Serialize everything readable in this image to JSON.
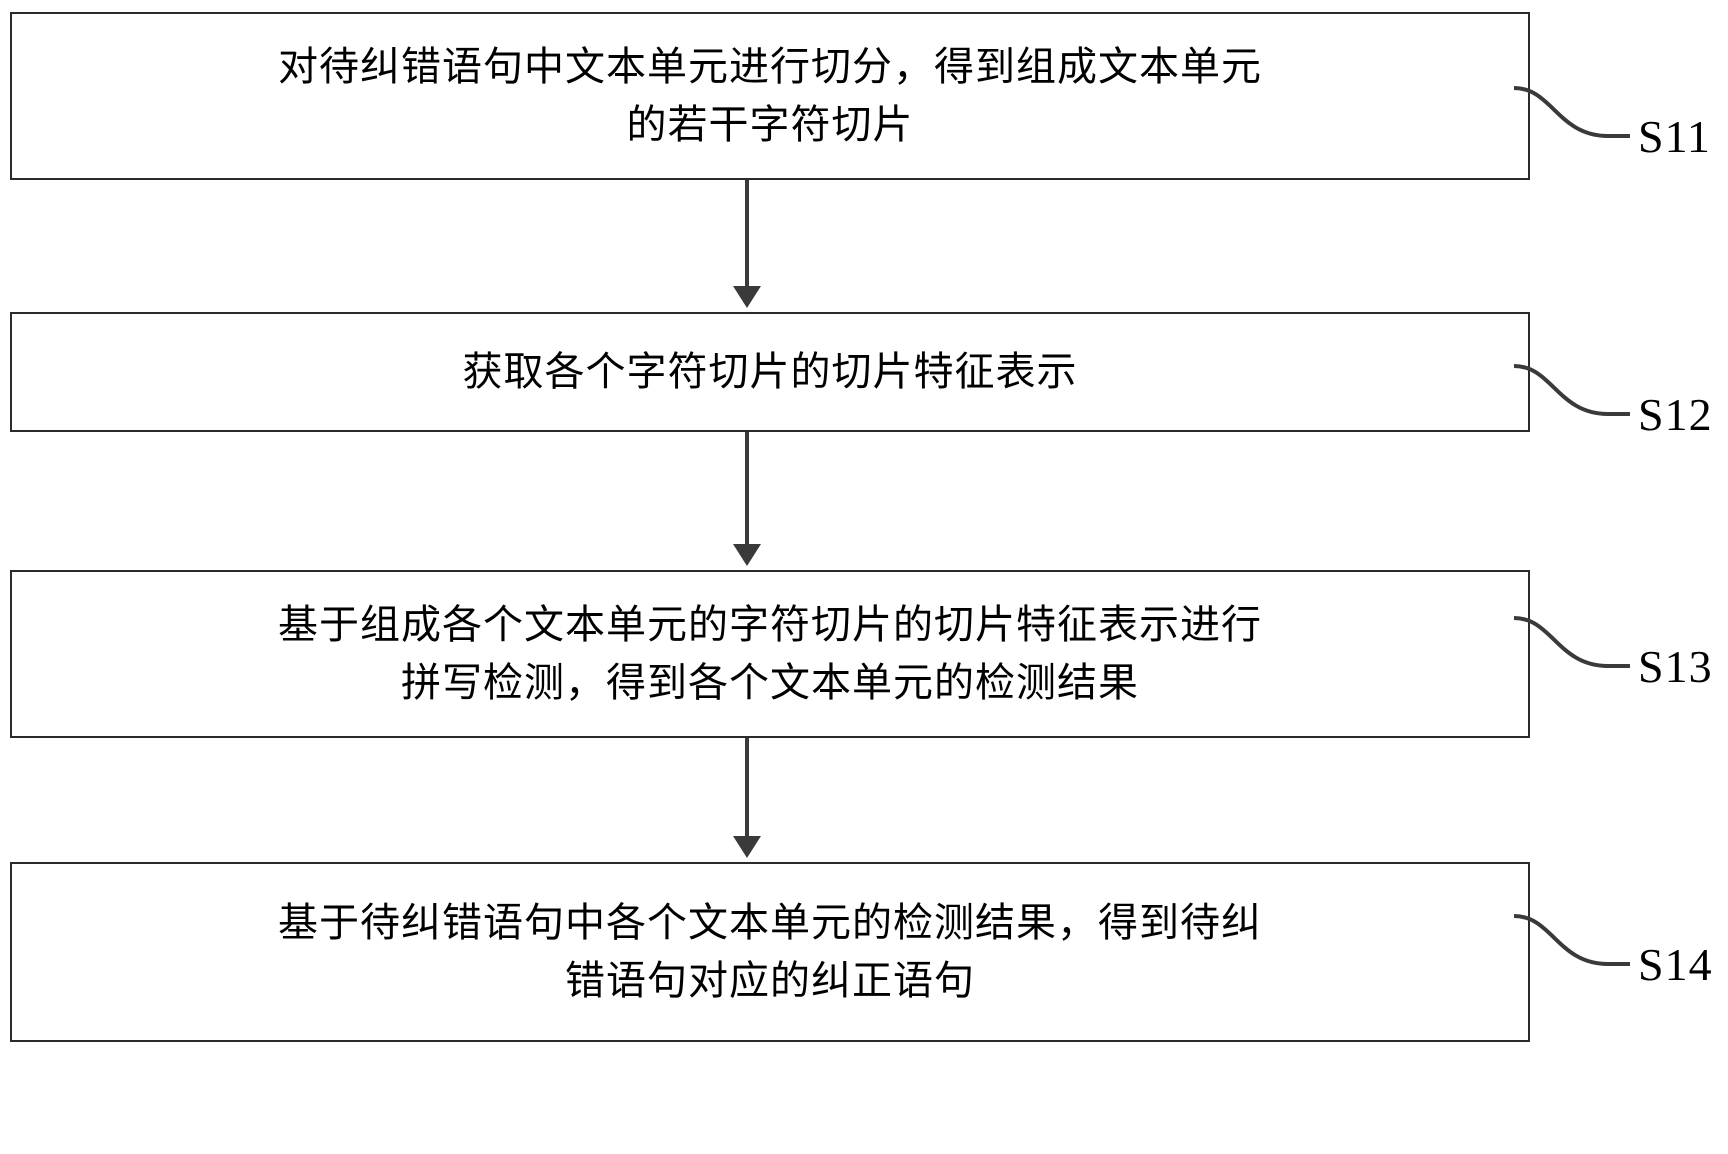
{
  "diagram": {
    "type": "flowchart",
    "orientation": "vertical",
    "steps": [
      {
        "id": "S11",
        "label": "S11",
        "text": "对待纠错语句中文本单元进行切分，得到组成文本单元\n的若干字符切片"
      },
      {
        "id": "S12",
        "label": "S12",
        "text": "获取各个字符切片的切片特征表示"
      },
      {
        "id": "S13",
        "label": "S13",
        "text": "基于组成各个文本单元的字符切片的切片特征表示进行\n拼写检测，得到各个文本单元的检测结果"
      },
      {
        "id": "S14",
        "label": "S14",
        "text": "基于待纠错语句中各个文本单元的检测结果，得到待纠\n错语句对应的纠正语句"
      }
    ],
    "connectors": [
      {
        "from": "S11",
        "to": "S12",
        "arrow": "down"
      },
      {
        "from": "S12",
        "to": "S13",
        "arrow": "down"
      },
      {
        "from": "S13",
        "to": "S14",
        "arrow": "down"
      }
    ],
    "colors": {
      "box_border": "#2b2b2b",
      "box_fill": "#ffffff",
      "connector": "#3a3a3a",
      "text": "#000000",
      "background": "#ffffff"
    }
  }
}
